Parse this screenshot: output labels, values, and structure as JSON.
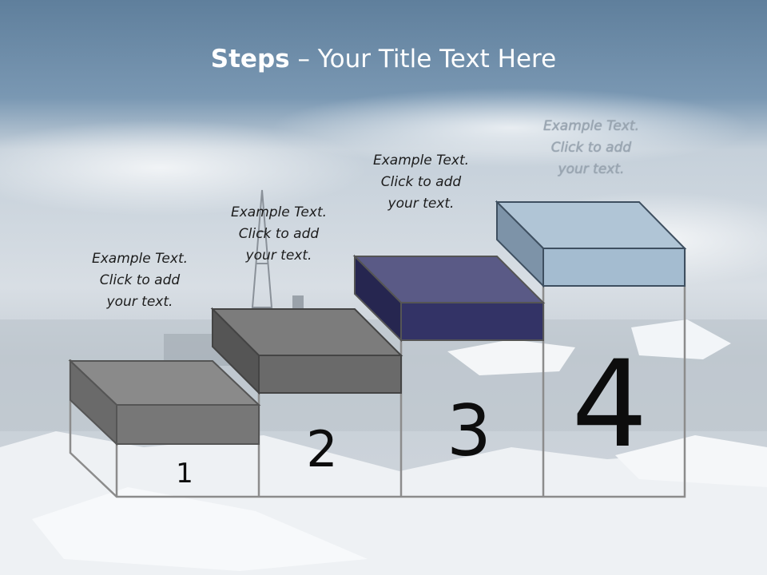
{
  "slide": {
    "title_bold": "Steps",
    "title_rest": " – Your Title Text Here"
  },
  "steps": [
    {
      "number": "1",
      "caption": [
        "Example Text.",
        "Click  to add",
        "your text."
      ],
      "color": "#7f7f7f"
    },
    {
      "number": "2",
      "caption": [
        "Example Text.",
        "Click  to add",
        "your text."
      ],
      "color": "#6a6a6a"
    },
    {
      "number": "3",
      "caption": [
        "Example Text.",
        "Click  to add",
        "your text."
      ],
      "color": "#333366"
    },
    {
      "number": "4",
      "caption": [
        "Example Text.",
        "Click  to add",
        "your text."
      ],
      "color": "#a4bcd0"
    }
  ]
}
